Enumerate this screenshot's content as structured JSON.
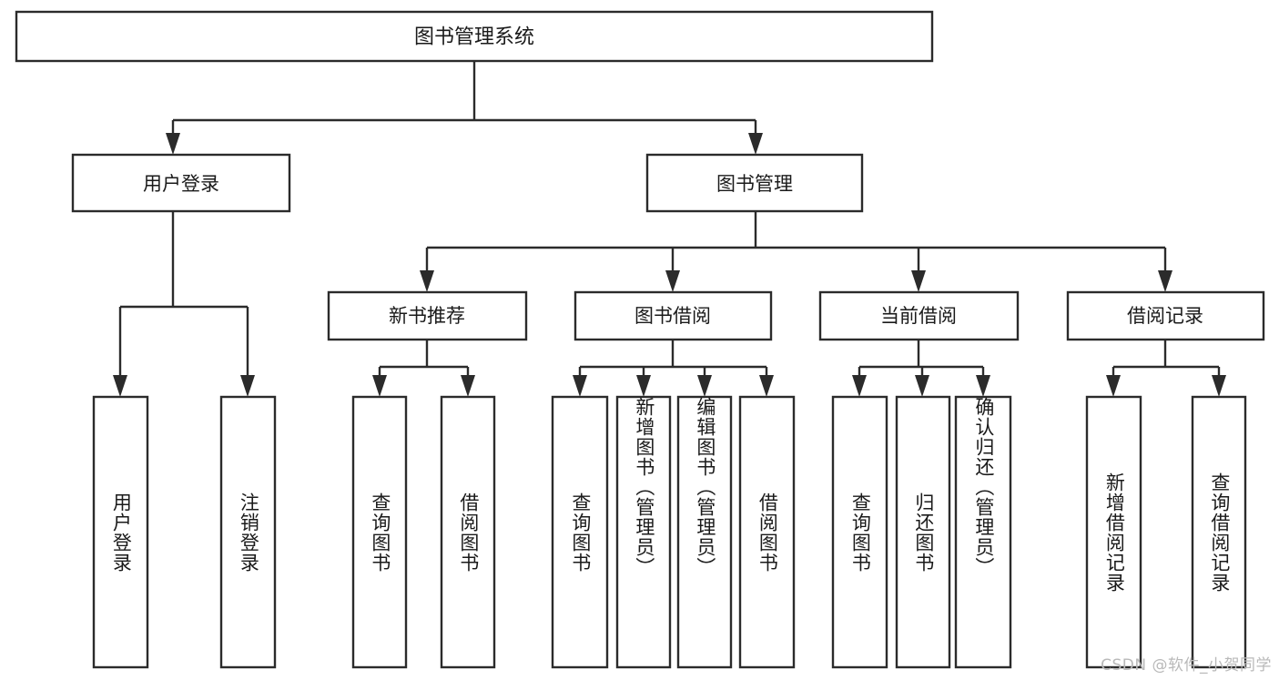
{
  "diagram": {
    "type": "hierarchy-tree",
    "title": "图书管理系统",
    "watermark": "CSDN @软件_小贺同学",
    "colors": {
      "stroke": "#2b2b2b",
      "fill": "#ffffff",
      "text": "#1a1a1a",
      "watermark": "#b9b9b9"
    },
    "levels": {
      "root": {
        "label": "图书管理系统"
      },
      "level2": [
        {
          "id": "user-login",
          "label": "用户登录"
        },
        {
          "id": "book-management",
          "label": "图书管理"
        }
      ],
      "level3": [
        {
          "id": "new-book-recommend",
          "label": "新书推荐",
          "parent": "book-management"
        },
        {
          "id": "book-borrow",
          "label": "图书借阅",
          "parent": "book-management"
        },
        {
          "id": "current-borrow",
          "label": "当前借阅",
          "parent": "book-management"
        },
        {
          "id": "borrow-record",
          "label": "借阅记录",
          "parent": "book-management"
        }
      ],
      "leaves": [
        {
          "id": "leaf-user-login",
          "label": "用户登录",
          "parent": "user-login"
        },
        {
          "id": "leaf-logout",
          "label": "注销登录",
          "parent": "user-login"
        },
        {
          "id": "leaf-query-book-1",
          "label": "查询图书",
          "parent": "new-book-recommend"
        },
        {
          "id": "leaf-borrow-book-1",
          "label": "借阅图书",
          "parent": "new-book-recommend"
        },
        {
          "id": "leaf-query-book-2",
          "label": "查询图书",
          "parent": "book-borrow"
        },
        {
          "id": "leaf-add-book",
          "label": "新增图书（管理员）",
          "parent": "book-borrow"
        },
        {
          "id": "leaf-edit-book",
          "label": "编辑图书（管理员）",
          "parent": "book-borrow"
        },
        {
          "id": "leaf-borrow-book-2",
          "label": "借阅图书",
          "parent": "book-borrow"
        },
        {
          "id": "leaf-query-book-3",
          "label": "查询图书",
          "parent": "current-borrow"
        },
        {
          "id": "leaf-return-book",
          "label": "归还图书",
          "parent": "current-borrow"
        },
        {
          "id": "leaf-confirm-return",
          "label": "确认归还（管理员）",
          "parent": "current-borrow"
        },
        {
          "id": "leaf-add-record",
          "label": "新增借阅记录",
          "parent": "borrow-record"
        },
        {
          "id": "leaf-query-record",
          "label": "查询借阅记录",
          "parent": "borrow-record"
        }
      ]
    }
  }
}
